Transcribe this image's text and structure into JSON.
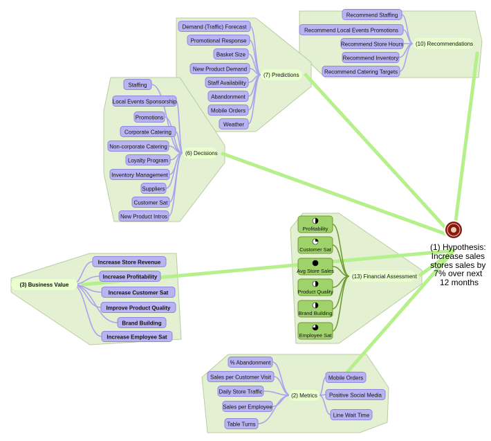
{
  "root": {
    "lines": [
      "(1) Hypothesis:",
      "Increase sales",
      "stores sales by",
      "7% over next",
      "12 months"
    ],
    "logo_icon": "chipotle-logo-icon"
  },
  "groups": [
    {
      "id": "recommendations",
      "label": "(10) Recommendations",
      "items": [
        "Recommend Staffing",
        "Recommend Local Events Promotions",
        "Recommend Store Hours",
        "Recommend Inventory",
        "Recommend Catering Targets"
      ]
    },
    {
      "id": "predictions",
      "label": "(7) Predictions",
      "items": [
        "Demand (Traffic) Forecast",
        "Promotional Response",
        "Basket Size",
        "New Product Demand",
        "Staff Availability",
        "Abandonment",
        "Mobile Orders",
        "Weather"
      ]
    },
    {
      "id": "decisions",
      "label": "(6) Decisions",
      "items": [
        "Staffing",
        "Local Events Sponsorship",
        "Promotions",
        "Corporate Catering",
        "Non-corporate Catering",
        "Loyalty Program",
        "Inventory Management",
        "Suppliers",
        "Customer Sat",
        "New Product Intros"
      ]
    },
    {
      "id": "business-value",
      "label": "(3) Business Value",
      "items": [
        "Increase Store Revenue",
        "Increase Profitability",
        "Increase Customer Sat",
        "Improve Product Quality",
        "Brand Building",
        "Increase Employee Sat"
      ]
    },
    {
      "id": "financial",
      "label": "(13) Financial Assessment",
      "items": [
        "Profitability",
        "Customer Sat",
        "Avg Store Sales",
        "Product Quality",
        "Brand Building",
        "Employee Sat"
      ],
      "pies": [
        0.5,
        0.25,
        1.0,
        0.5,
        0.5,
        0.75
      ]
    },
    {
      "id": "metrics",
      "label": "(2) Metrics",
      "left_items": [
        "% Abandonment",
        "Sales per Customer Visit",
        "Daily Store Traffic",
        "Sales per Employee",
        "Table Turns"
      ],
      "right_items": [
        "Mobile Orders",
        "Positive Social Media",
        "Line Wait Time"
      ]
    }
  ]
}
